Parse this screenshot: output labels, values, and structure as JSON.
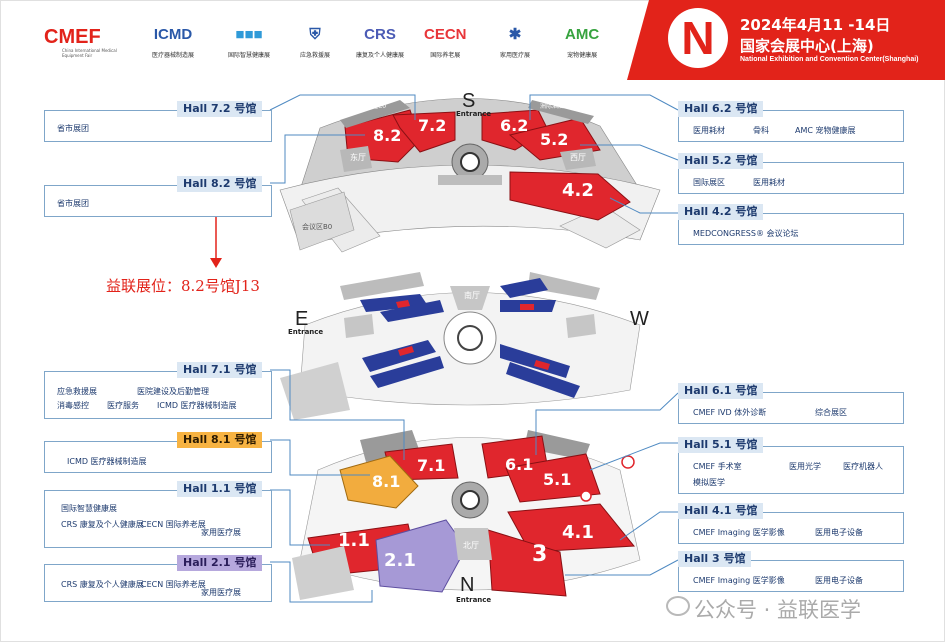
{
  "header": {
    "logo": "CMEF",
    "logo_sub": "China International Medical Equipment Fair",
    "brands": [
      {
        "label": "ICMD",
        "caption": "医疗器械制造展",
        "color": "#2a58a8"
      },
      {
        "label": "",
        "caption": "国际智慧健康展",
        "color": "#2f9ad8"
      },
      {
        "label": "",
        "caption": "应急救援展",
        "color": "#2a58a8"
      },
      {
        "label": "CRS",
        "caption": "康复及个人健康展",
        "color": "#4b5bb5"
      },
      {
        "label": "CECN",
        "caption": "国际养老展",
        "color": "#e8363a"
      },
      {
        "label": "",
        "caption": "家用医疗展",
        "color": "#2a58a8"
      },
      {
        "label": "AMC",
        "caption": "宠物健康展",
        "color": "#37a33f"
      }
    ],
    "badge": "N",
    "date": "2024年4月11 -14日",
    "venue": "国家会展中心(上海)",
    "venue_en": "National Exhibition and Convention Center(Shanghai)",
    "accent": "#e2231a"
  },
  "compass": {
    "top": {
      "letter": "S",
      "entrance": "Entrance"
    },
    "west": {
      "letter": "W"
    },
    "east": {
      "letter": "E",
      "entrance": "Entrance"
    },
    "bottom": {
      "letter": "N",
      "entrance": "Entrance"
    }
  },
  "note": "益联展位：8.2号馆J13",
  "halls": {
    "h72": {
      "tag": "Hall 7.2 号馆",
      "items": [
        "省市展团"
      ]
    },
    "h82": {
      "tag": "Hall 8.2 号馆",
      "items": [
        "省市展团"
      ]
    },
    "h62": {
      "tag": "Hall 6.2 号馆",
      "items": [
        "医用耗材",
        "骨科",
        "AMC 宠物健康展"
      ]
    },
    "h52": {
      "tag": "Hall 5.2 号馆",
      "items": [
        "国际展区",
        "医用耗材"
      ]
    },
    "h42": {
      "tag": "Hall 4.2 号馆",
      "items": [
        "MEDCONGRESS® 会议论坛"
      ]
    },
    "h71": {
      "tag": "Hall 7.1 号馆",
      "items": [
        "应急救援展",
        "医院建设及后勤管理",
        "消毒感控",
        "医疗服务",
        "ICMD 医疗器械制造展"
      ]
    },
    "h81": {
      "tag": "Hall 8.1 号馆",
      "items": [
        "ICMD 医疗器械制造展"
      ]
    },
    "h11": {
      "tag": "Hall 1.1 号馆",
      "items": [
        "国际智慧健康展",
        "CRS 康复及个人健康展",
        "CECN 国际养老展",
        "家用医疗展"
      ]
    },
    "h21": {
      "tag": "Hall 2.1 号馆",
      "items": [
        "CRS 康复及个人健康展",
        "CECN 国际养老展",
        "家用医疗展"
      ]
    },
    "h61": {
      "tag": "Hall 6.1 号馆",
      "items": [
        "CMEF IVD 体外诊断",
        "综合展区"
      ]
    },
    "h51": {
      "tag": "Hall 5.1 号馆",
      "items": [
        "CMEF 手术室",
        "医用光学",
        "医疗机器人",
        "模拟医学"
      ]
    },
    "h41": {
      "tag": "Hall 4.1 号馆",
      "items": [
        "CMEF Imaging 医学影像",
        "医用电子设备"
      ]
    },
    "h3": {
      "tag": "Hall 3 号馆",
      "items": [
        "CMEF Imaging 医学影像",
        "医用电子设备"
      ]
    }
  },
  "map_labels": {
    "upper": [
      "8.2",
      "7.2",
      "6.2",
      "5.2",
      "4.2"
    ],
    "lower": [
      "7.1",
      "8.1",
      "6.1",
      "5.1",
      "4.1",
      "1.1",
      "2.1",
      "3"
    ],
    "buildings": [
      "东厅",
      "西厅",
      "南厅",
      "北厅",
      "洲际酒店",
      "会议区C0",
      "会议区B0"
    ]
  },
  "watermark": "公众号 · 益联医学"
}
